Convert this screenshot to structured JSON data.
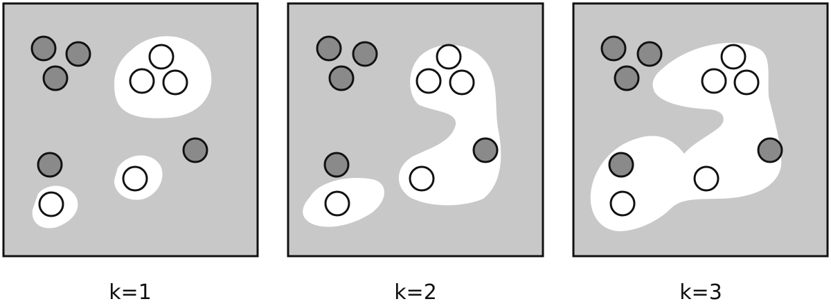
{
  "colors": {
    "background": "#c8c8c8",
    "region": "#ffffff",
    "point_gray": "#8a8a8a",
    "outline": "#111111"
  },
  "panels": [
    {
      "label": "k=1"
    },
    {
      "label": "k=2"
    },
    {
      "label": "k=3"
    }
  ]
}
